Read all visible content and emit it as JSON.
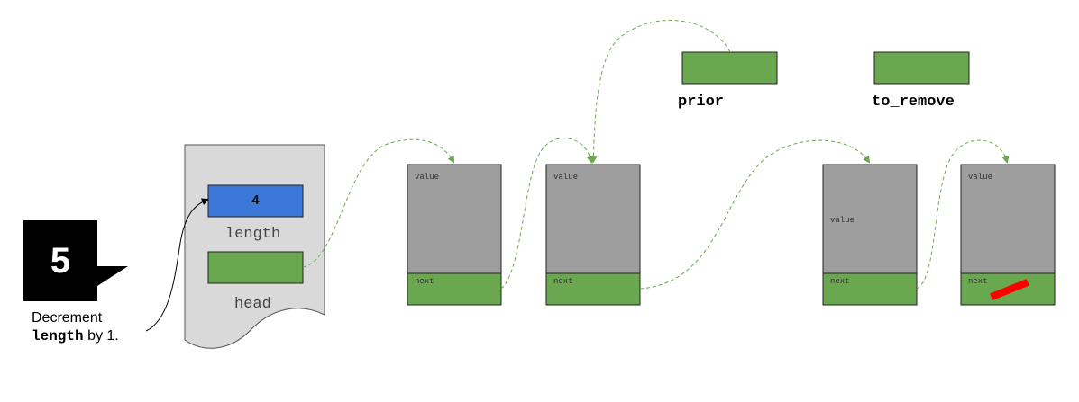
{
  "step": {
    "number": "5",
    "caption_prefix": "Decrement",
    "caption_code": "length",
    "caption_suffix": "by 1."
  },
  "list_struct": {
    "length_value": "4",
    "length_label": "length",
    "head_label": "head"
  },
  "pointers": {
    "prior_label": "prior",
    "to_remove_label": "to_remove"
  },
  "nodes": [
    {
      "value_label": "value",
      "next_label": "next"
    },
    {
      "value_label": "value",
      "next_label": "next"
    },
    {
      "value_label": "value",
      "next_label": "next"
    },
    {
      "value_label": "value",
      "next_label": "next"
    }
  ],
  "colors": {
    "node_value_gray": "#9e9e9e",
    "pointer_green": "#6aa84f",
    "length_blue": "#3c78d8",
    "struct_bg": "#d9d9d9",
    "nulled_red": "#ff0000",
    "arrow_green": "#6aa84f"
  }
}
